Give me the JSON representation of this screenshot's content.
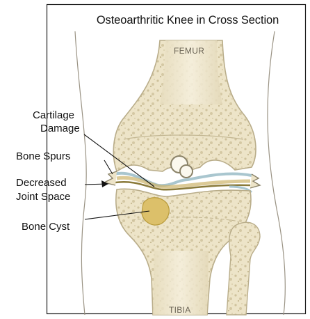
{
  "title": "Osteoarthritic Knee in Cross Section",
  "bones": {
    "femur": "FEMUR",
    "tibia": "TIBIA"
  },
  "labels": {
    "cartilage_damage_1": "Cartilage",
    "cartilage_damage_2": "Damage",
    "bone_spurs": "Bone Spurs",
    "decreased_joint_space_1": "Decreased",
    "decreased_joint_space_2": "Joint Space",
    "bone_cyst": "Bone Cyst"
  },
  "colors": {
    "bone_fill": "#ede4c8",
    "bone_edge": "#b9ad8a",
    "cartilage": "#a9c6cf",
    "cyst": "#dcc06a",
    "outline": "#8a8268"
  }
}
